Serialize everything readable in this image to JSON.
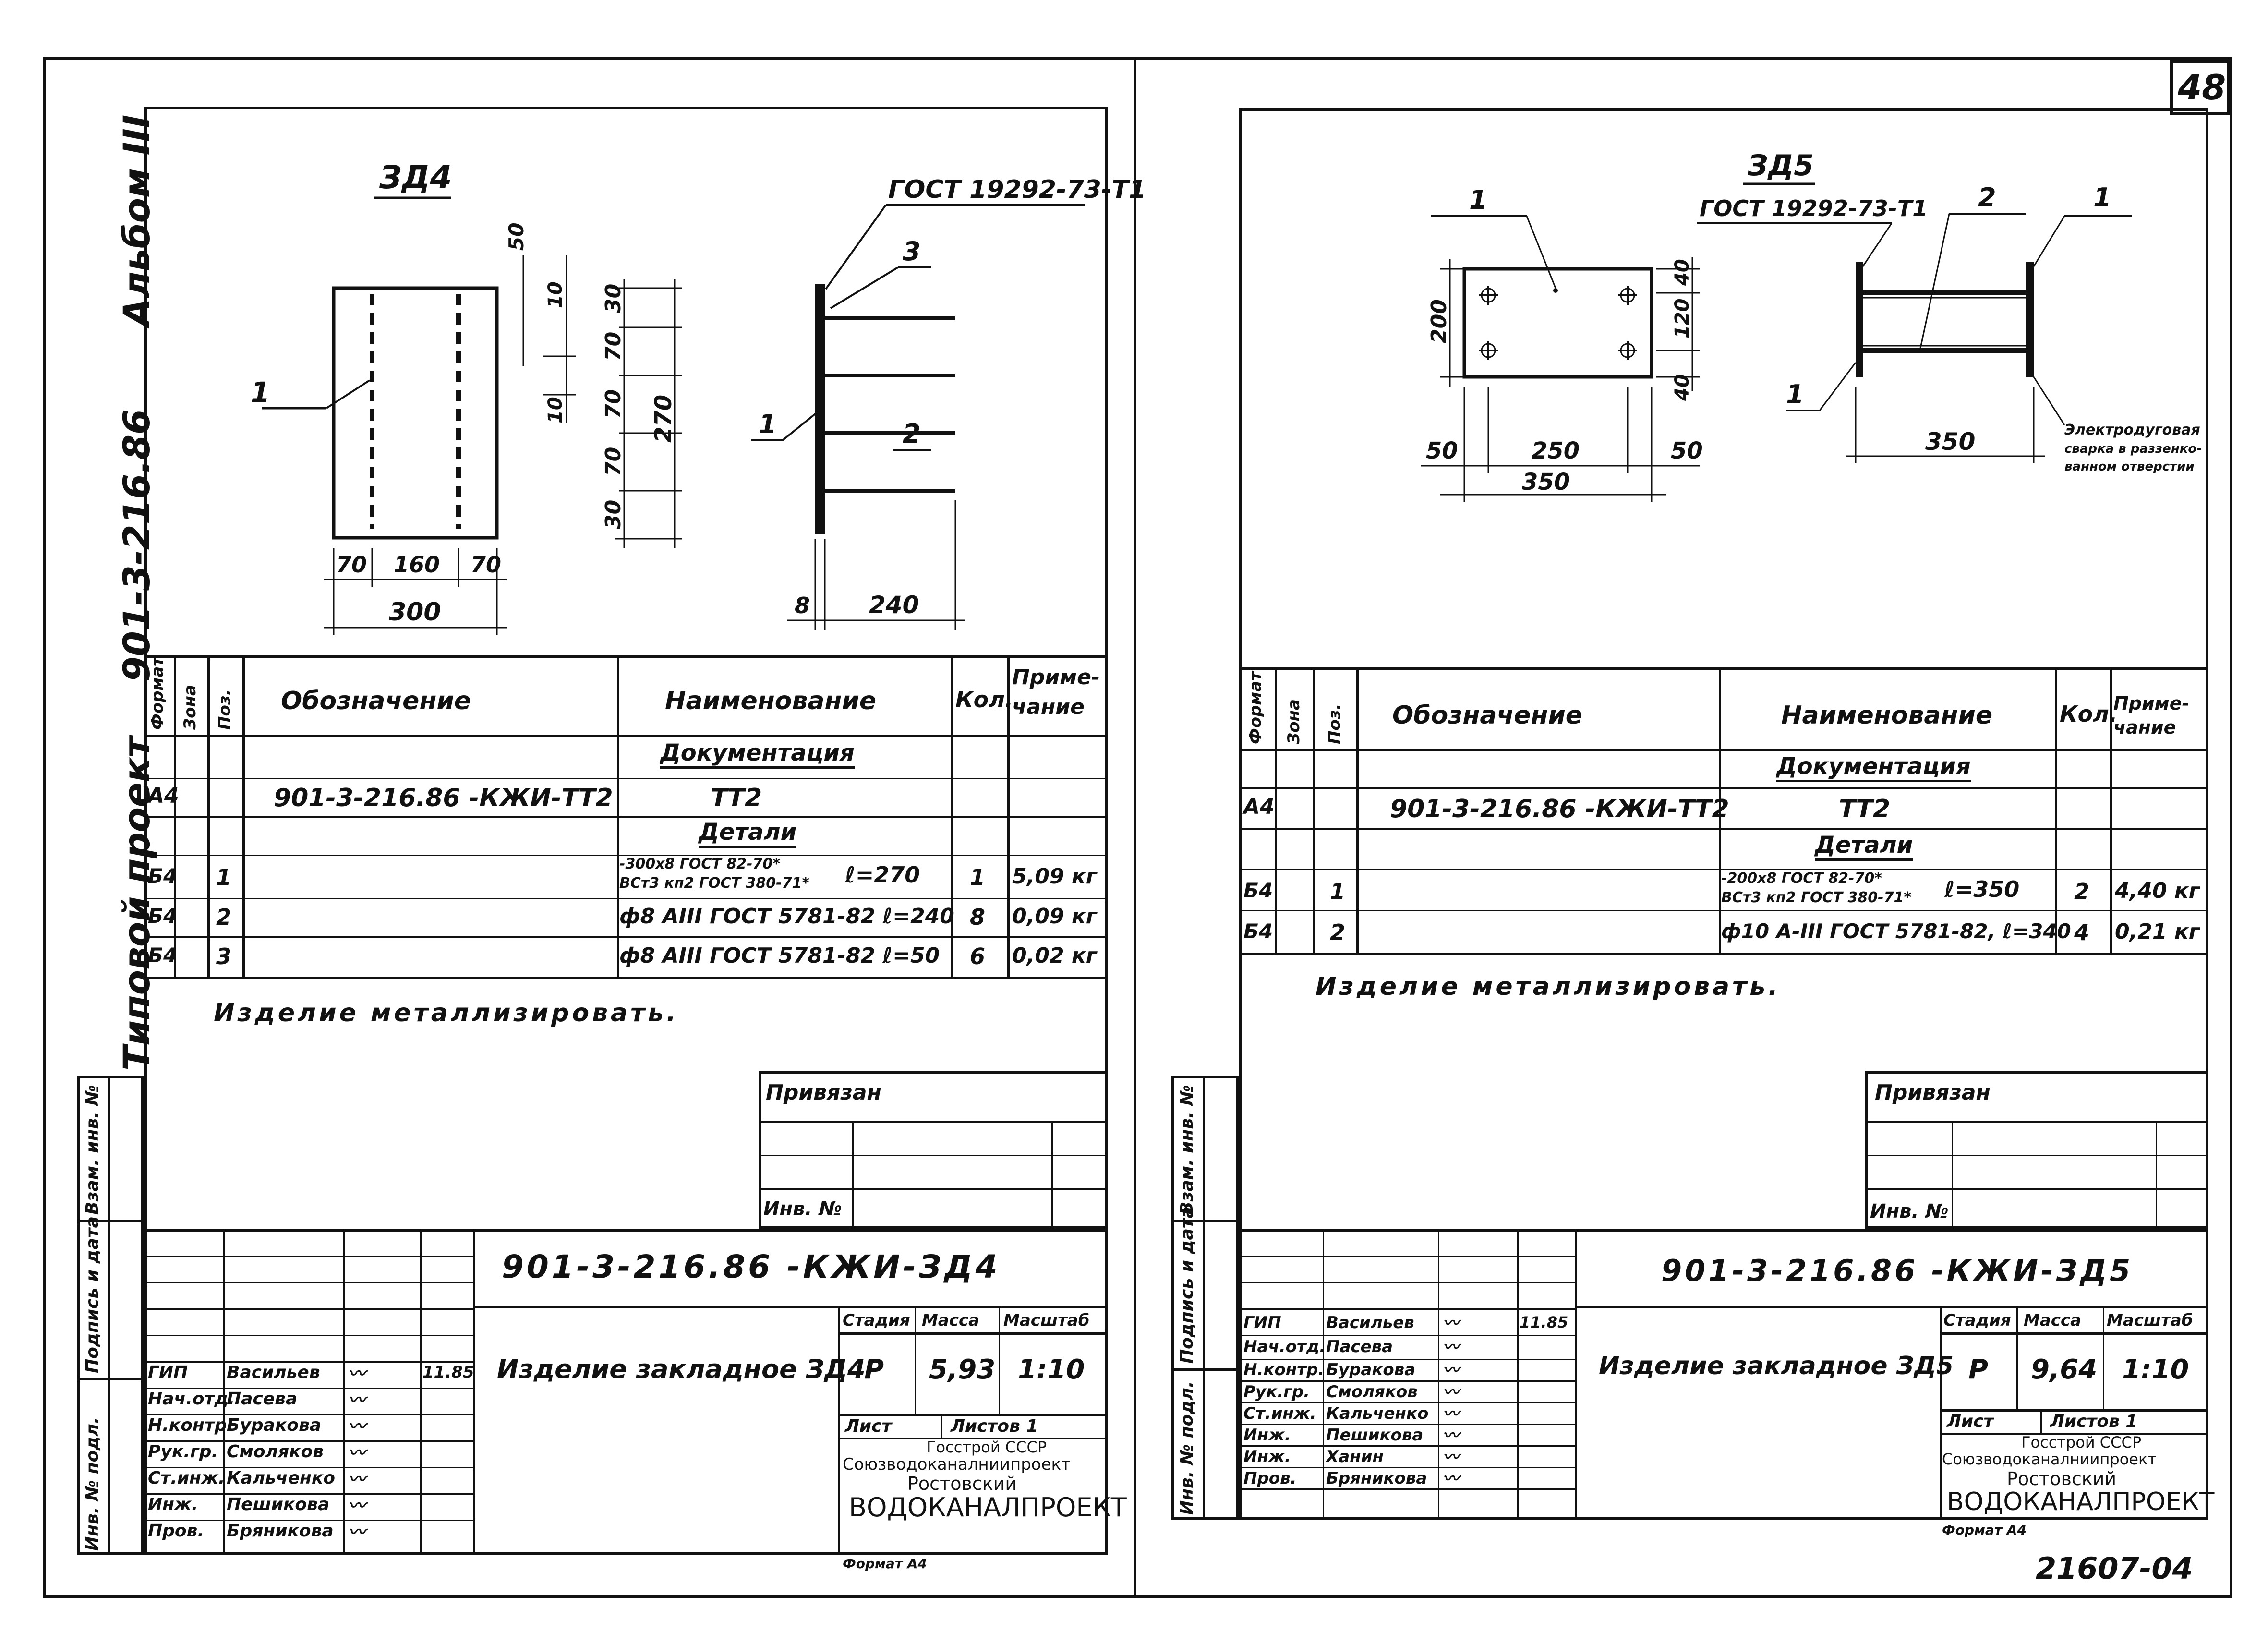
{
  "page": {
    "number": "48",
    "archive": "21607-04"
  },
  "left_margin": {
    "album": "Альбом III",
    "project_code": "901-3-216.86",
    "project_type": "Типовой проект"
  },
  "margin_columns": [
    "Инв. № подл.",
    "Подпись и дата",
    "Взам. инв. №"
  ],
  "spec_headers": {
    "format": "Формат",
    "zone": "Зона",
    "pos": "Поз.",
    "designation": "Обозначение",
    "name": "Наименование",
    "qty": "Кол.",
    "note": "Приме-чание"
  },
  "sheets": [
    {
      "drawing_title": "ЗД4",
      "gost_label": "ГОСТ 19292-73-Т1",
      "callouts": [
        "1",
        "1",
        "3",
        "2"
      ],
      "dims": {
        "w_parts": [
          "70",
          "160",
          "70"
        ],
        "w_total": "300",
        "h_parts": [
          "30",
          "70",
          "70",
          "70",
          "30"
        ],
        "h_total": "270",
        "small": [
          "50",
          "10",
          "10"
        ],
        "plate": "8",
        "bar_len": "240"
      },
      "spec": {
        "section_doc": "Документация",
        "doc_row": {
          "format": "А4",
          "designation": "901-3-216.86 -КЖИ-ТТ2",
          "name": "ТТ2"
        },
        "section_parts": "Детали",
        "rows": [
          {
            "format": "Б4",
            "pos": "1",
            "name_top": "-300х8 ГОСТ 82-70*",
            "name_bottom": "ВСт3 кп2 ГОСТ 380-71*",
            "length": "ℓ=270",
            "qty": "1",
            "note": "5,09 кг"
          },
          {
            "format": "Б4",
            "pos": "2",
            "name": "ф8 АIII ГОСТ 5781-82 ℓ=240",
            "qty": "8",
            "note": "0,09 кг"
          },
          {
            "format": "Б4",
            "pos": "3",
            "name": "ф8 АIII ГОСТ 5781-82 ℓ=50",
            "qty": "6",
            "note": "0,02 кг"
          }
        ]
      },
      "note": "Изделие металлизировать.",
      "privyazan": "Привязан",
      "inv_no": "Инв. №",
      "title_code": "901-3-216.86 -КЖИ-ЗД4",
      "item_name": "Изделие закладное ЗД4",
      "stage_headers": [
        "Стадия",
        "Масса",
        "Масштаб"
      ],
      "stage": "Р",
      "mass": "5,93",
      "scale": "1:10",
      "sheet_label": "Лист",
      "sheets_label": "Листов 1",
      "org": [
        "Госстрой СССР",
        "Союзводоканалниипроект",
        "Ростовский",
        "ВОДОКАНАЛПРОЕКТ"
      ],
      "format": "Формат А4",
      "signatures": [
        {
          "role": "ГИП",
          "name": "Васильев",
          "date": "11.85"
        },
        {
          "role": "Нач.отд.",
          "name": "Пасева",
          "date": ""
        },
        {
          "role": "Н.контр.",
          "name": "Буракова",
          "date": ""
        },
        {
          "role": "Рук.гр.",
          "name": "Смоляков",
          "date": ""
        },
        {
          "role": "Ст.инж.",
          "name": "Кальченко",
          "date": ""
        },
        {
          "role": "Инж.",
          "name": "Пешикова",
          "date": ""
        },
        {
          "role": "Пров.",
          "name": "Бряникова",
          "date": ""
        }
      ]
    },
    {
      "drawing_title": "ЗД5",
      "gost_label": "ГОСТ 19292-73-Т1",
      "callouts": [
        "1",
        "2",
        "1",
        "1"
      ],
      "weld_note": [
        "Электродуговая",
        "сварка в раззенко-",
        "ванном отверстии"
      ],
      "dims": {
        "h_total": "200",
        "h_parts": [
          "40",
          "120",
          "40"
        ],
        "w_parts": [
          "50",
          "250",
          "50"
        ],
        "w_total": "350",
        "side_len": "350"
      },
      "spec": {
        "section_doc": "Документация",
        "doc_row": {
          "format": "А4",
          "designation": "901-3-216.86 -КЖИ-ТТ2",
          "name": "ТТ2"
        },
        "section_parts": "Детали",
        "rows": [
          {
            "format": "Б4",
            "pos": "1",
            "name_top": "-200х8 ГОСТ 82-70*",
            "name_bottom": "ВСт3 кп2 ГОСТ 380-71*",
            "length": "ℓ=350",
            "qty": "2",
            "note": "4,40 кг"
          },
          {
            "format": "Б4",
            "pos": "2",
            "name": "ф10 А-III ГОСТ 5781-82, ℓ=340",
            "qty": "4",
            "note": "0,21 кг"
          }
        ]
      },
      "note": "Изделие металлизировать.",
      "privyazan": "Привязан",
      "inv_no": "Инв. №",
      "title_code": "901-3-216.86 -КЖИ-ЗД5",
      "item_name": "Изделие закладное ЗД5",
      "stage_headers": [
        "Стадия",
        "Масса",
        "Масштаб"
      ],
      "stage": "Р",
      "mass": "9,64",
      "scale": "1:10",
      "sheet_label": "Лист",
      "sheets_label": "Листов 1",
      "org": [
        "Госстрой СССР",
        "Союзводоканалниипроект",
        "Ростовский",
        "ВОДОКАНАЛПРОЕКТ"
      ],
      "format": "Формат А4",
      "signatures": [
        {
          "role": "ГИП",
          "name": "Васильев",
          "date": "11.85"
        },
        {
          "role": "Нач.отд.",
          "name": "Пасева",
          "date": ""
        },
        {
          "role": "Н.контр.",
          "name": "Буракова",
          "date": ""
        },
        {
          "role": "Рук.гр.",
          "name": "Смоляков",
          "date": ""
        },
        {
          "role": "Ст.инж.",
          "name": "Кальченко",
          "date": ""
        },
        {
          "role": "Инж.",
          "name": "Пешикова",
          "date": ""
        },
        {
          "role": "Инж.",
          "name": "Ханин",
          "date": ""
        },
        {
          "role": "Пров.",
          "name": "Бряникова",
          "date": ""
        }
      ]
    }
  ]
}
